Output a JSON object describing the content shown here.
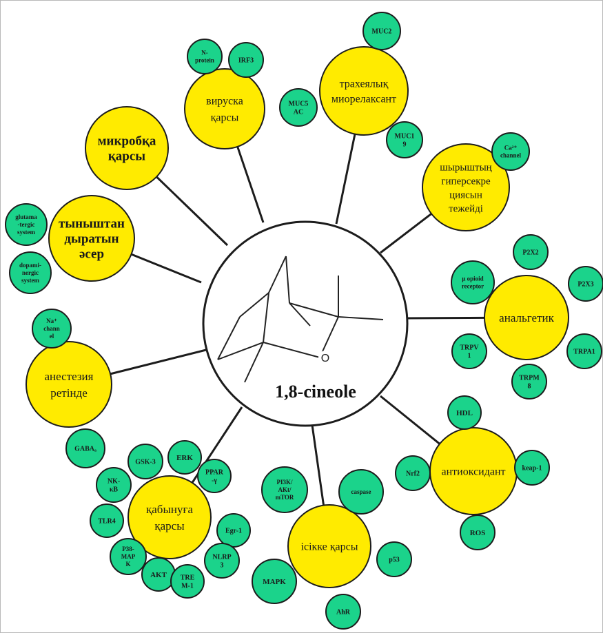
{
  "center": {
    "label": "1,8-cineole",
    "atom_label": "O"
  },
  "colors": {
    "yellow": "#ffeb00",
    "green": "#1bd38b",
    "stroke": "#1c1c1c",
    "text": "#1a1a1a"
  },
  "effects": [
    {
      "id": "antimicrobial",
      "lines": [
        "микробқа",
        "қарсы"
      ],
      "targets": []
    },
    {
      "id": "antiviral",
      "lines": [
        "вируска",
        "қарсы"
      ],
      "targets": [
        {
          "lines": [
            "N-",
            "protein"
          ]
        },
        {
          "lines": [
            "IRF3"
          ]
        }
      ]
    },
    {
      "id": "tracheal-myorelaxant",
      "lines": [
        "трахеялық",
        "миорелаксант"
      ],
      "targets": [
        {
          "lines": [
            "MUC2"
          ]
        },
        {
          "lines": [
            "MUC5",
            "AC"
          ]
        },
        {
          "lines": [
            "MUC1",
            "9"
          ]
        }
      ]
    },
    {
      "id": "mucus-hypersecretion",
      "lines": [
        "шырыштың",
        "гиперсекре",
        "циясын",
        "тежейді"
      ],
      "targets": [
        {
          "lines": [
            "Ca²⁺",
            "channel"
          ]
        }
      ]
    },
    {
      "id": "sedative",
      "lines": [
        "тыныштан",
        "дыратын",
        "әсер"
      ],
      "targets": [
        {
          "lines": [
            "glutama",
            "-tergic",
            "system"
          ]
        },
        {
          "lines": [
            "dopami-",
            "nergic",
            "system"
          ]
        }
      ]
    },
    {
      "id": "analgesic",
      "lines": [
        "анальгетик"
      ],
      "targets": [
        {
          "lines": [
            "P2X2"
          ]
        },
        {
          "lines": [
            "μ opioid",
            "receptor"
          ]
        },
        {
          "lines": [
            "P2X3"
          ]
        },
        {
          "lines": [
            "TRPV",
            "1"
          ]
        },
        {
          "lines": [
            "TRPA1"
          ]
        },
        {
          "lines": [
            "TRPM",
            "8"
          ]
        }
      ]
    },
    {
      "id": "anesthetic",
      "lines": [
        "анестезия",
        "ретінде"
      ],
      "targets": [
        {
          "lines": [
            "Na⁺",
            "chann",
            "el"
          ]
        },
        {
          "lines": [
            "GABAₐ"
          ]
        }
      ]
    },
    {
      "id": "antioxidant",
      "lines": [
        "антиоксидант"
      ],
      "targets": [
        {
          "lines": [
            "HDL"
          ]
        },
        {
          "lines": [
            "Nrf2"
          ]
        },
        {
          "lines": [
            "keap-1"
          ]
        },
        {
          "lines": [
            "ROS"
          ]
        }
      ]
    },
    {
      "id": "anti-inflammatory",
      "lines": [
        "қабынуға",
        "қарсы"
      ],
      "targets": [
        {
          "lines": [
            "GSK-3"
          ]
        },
        {
          "lines": [
            "ERK"
          ]
        },
        {
          "lines": [
            "PPAR",
            "-γ"
          ]
        },
        {
          "lines": [
            "NK-",
            "κB"
          ]
        },
        {
          "lines": [
            "TLR4"
          ]
        },
        {
          "lines": [
            "Egr-1"
          ]
        },
        {
          "lines": [
            "P38-",
            "MAP",
            "K"
          ]
        },
        {
          "lines": [
            "NLRP",
            "3"
          ]
        },
        {
          "lines": [
            "AKT"
          ]
        },
        {
          "lines": [
            "TRE",
            "M-1"
          ]
        }
      ]
    },
    {
      "id": "antitumor",
      "lines": [
        "ісікке қарсы"
      ],
      "targets": [
        {
          "lines": [
            "PI3K/",
            "AKt/",
            "mTOR"
          ]
        },
        {
          "lines": [
            "caspase"
          ]
        },
        {
          "lines": [
            "MAPK"
          ]
        },
        {
          "lines": [
            "p53"
          ]
        },
        {
          "lines": [
            "AhR"
          ]
        }
      ]
    }
  ]
}
